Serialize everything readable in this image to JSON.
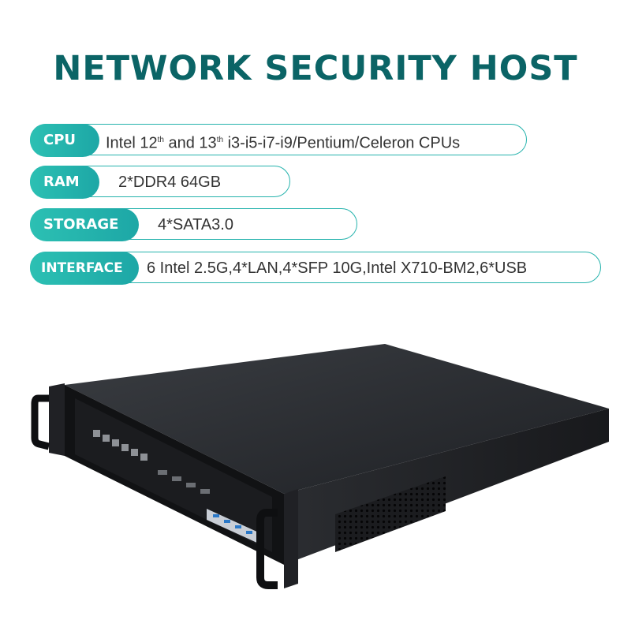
{
  "title": "NETWORK SECURITY HOST",
  "specs": [
    {
      "label": "CPU",
      "value_pre": "Intel 12",
      "sup1": "th",
      "value_mid": " and 13",
      "sup2": "th",
      "value_post": " i3-i5-i7-i9/Pentium/Celeron CPUs"
    },
    {
      "label": "RAM",
      "value": "2*DDR4  64GB"
    },
    {
      "label": "STORAGE",
      "value": "4*SATA3.0"
    },
    {
      "label": "INTERFACE",
      "value": "6 Intel 2.5G,4*LAN,4*SFP 10G,Intel X710-BM2,6*USB"
    }
  ],
  "colors": {
    "title": "#0b6466",
    "accent": "#26b3ad",
    "tag_fill": "#1fb0ab"
  },
  "product_image": "rackmount-2u-server-chassis-with-handles"
}
